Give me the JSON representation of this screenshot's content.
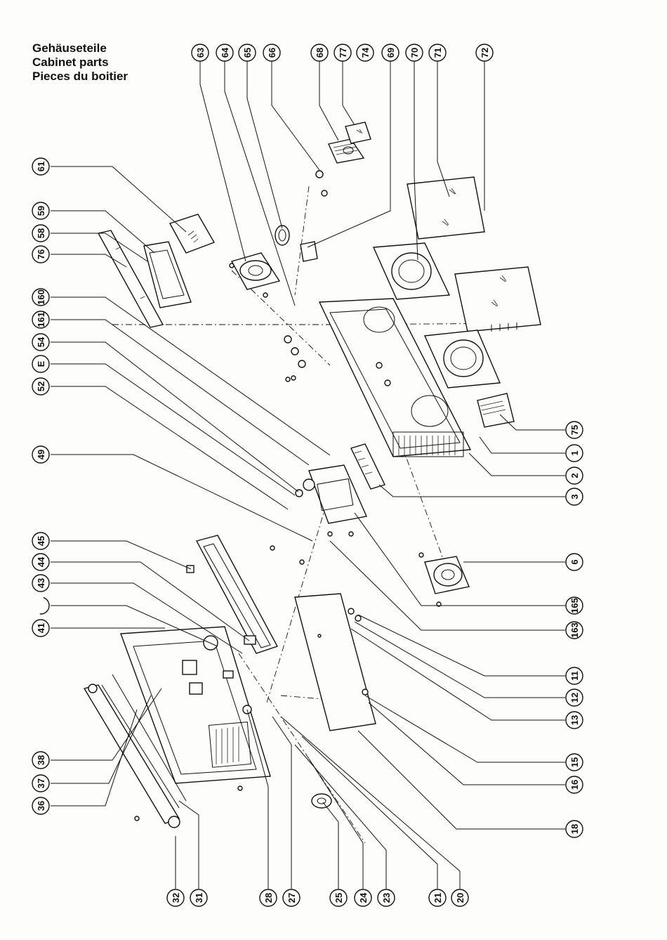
{
  "heading": {
    "line1": "Gehäuseteile",
    "line2": "Cabinet parts",
    "line3": "Pieces du boitier"
  },
  "top_callouts": [
    "63",
    "64",
    "65",
    "66",
    "68",
    "77",
    "74",
    "69",
    "70",
    "71",
    "72"
  ],
  "left_callouts": [
    "61",
    "59",
    "58",
    "76",
    "160",
    "161",
    "54",
    "E",
    "52",
    "49",
    "45",
    "44",
    "43",
    "41",
    "38",
    "37",
    "36"
  ],
  "right_callouts": [
    "75",
    "1",
    "2",
    "3",
    "6",
    "165",
    "163",
    "11",
    "12",
    "13",
    "15",
    "16",
    "18"
  ],
  "bottom_callouts": [
    "32",
    "31",
    "28",
    "27",
    "25",
    "24",
    "23",
    "21",
    "20"
  ]
}
